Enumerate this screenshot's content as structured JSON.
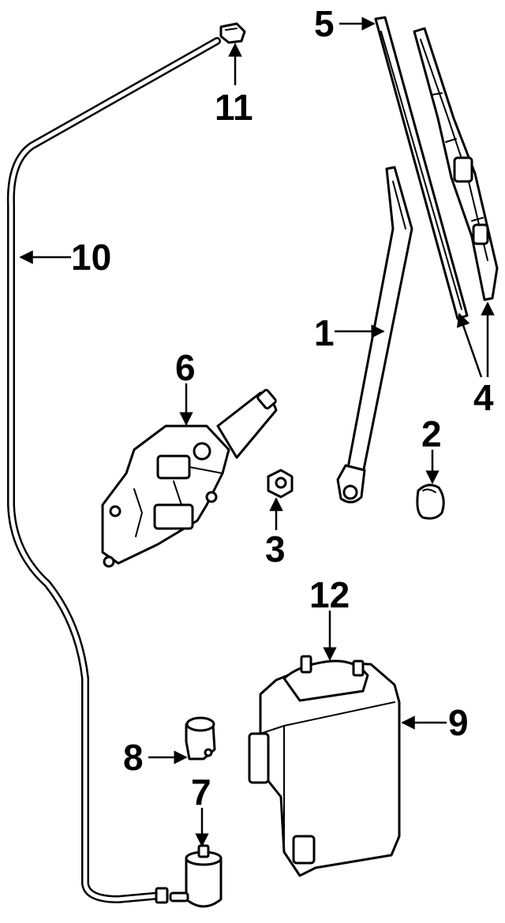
{
  "diagram": {
    "callouts": [
      {
        "id": "c1",
        "label": "1"
      },
      {
        "id": "c2",
        "label": "2"
      },
      {
        "id": "c3",
        "label": "3"
      },
      {
        "id": "c4",
        "label": "4"
      },
      {
        "id": "c5",
        "label": "5"
      },
      {
        "id": "c6",
        "label": "6"
      },
      {
        "id": "c7",
        "label": "7"
      },
      {
        "id": "c8",
        "label": "8"
      },
      {
        "id": "c9",
        "label": "9"
      },
      {
        "id": "c10",
        "label": "10"
      },
      {
        "id": "c11",
        "label": "11"
      },
      {
        "id": "c12",
        "label": "12"
      }
    ]
  },
  "colors": {
    "ink": "#000000",
    "paper": "#ffffff"
  }
}
